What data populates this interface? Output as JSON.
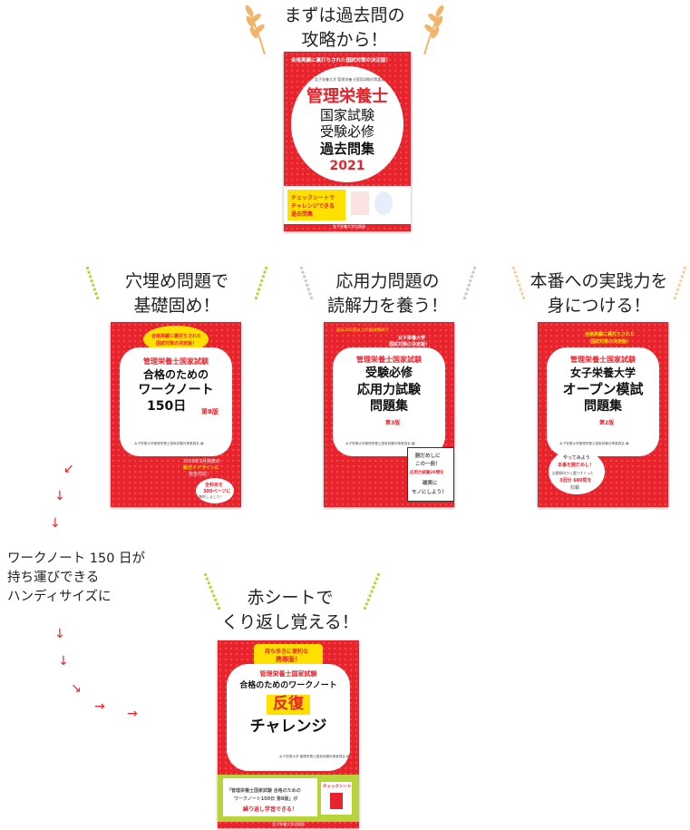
{
  "section_top": {
    "heading": [
      "まずは過去問の",
      "攻略から！"
    ],
    "book": {
      "banner": "合格実績に裏打ちされた国試対策の決定版！",
      "publisher_small": "女子栄養大学 管理栄養士国家試験対策委員会 編",
      "title_lines": [
        "管理栄養士",
        "国家試験",
        "受験必修",
        "過去問集"
      ],
      "year": "2021",
      "badge": [
        "チェックシートで",
        "チャレンジできる",
        "過去問集"
      ],
      "footer": "女子栄養大学出版部"
    }
  },
  "section_middle": [
    {
      "heading": [
        "穴埋め問題で",
        "基礎固め！"
      ],
      "book": {
        "badge": [
          "合格実績に裏打ちされた",
          "国試対策の決定版！"
        ],
        "series": "管理栄養士国家試験",
        "title_lines": [
          "合格のための",
          "ワークノート",
          "150日"
        ],
        "edition": "第8版",
        "author": "女子栄養大学管理栄養士国家試験対策委員会 編",
        "callout": [
          "2019年3月発表の",
          "新ガイドラインに",
          "完全対応！"
        ],
        "callout2": [
          "全科目を",
          "300ページに",
          "集約しました！"
        ]
      }
    },
    {
      "heading": [
        "応用力問題の",
        "読解力を養う！"
      ],
      "book": {
        "badge": [
          "過去200回以上の国試模試で",
          "女子栄養大学",
          "国試対策の決定版！"
        ],
        "series": "管理栄養士国家試験",
        "title_lines": [
          "受験必修",
          "応用力試験",
          "問題集"
        ],
        "edition": "第3版",
        "author": "女子栄養大学管理栄養士国家試験対策委員会 編",
        "callout": [
          "腕だめしに",
          "この一冊！",
          "応用力試験20問を",
          "確実に",
          "モノにしよう！"
        ]
      }
    },
    {
      "heading": [
        "本番への実践力を",
        "身につける！"
      ],
      "book": {
        "badge": [
          "合格実績に裏打ちされた",
          "国試対策の決定版！"
        ],
        "series": "管理栄養士国家試験",
        "title_lines": [
          "女子栄養大学",
          "オープン模試",
          "問題集"
        ],
        "edition": "第2版",
        "author": "女子栄養大学管理栄養士国家試験対策委員会 編",
        "callout": [
          "やってみよう",
          "本番を腕だめし！",
          "出題傾向から選りすぐった",
          "3回分 600問を",
          "収載"
        ]
      }
    }
  ],
  "side_note": [
    "ワークノート 150 日が",
    "持ち運びできる",
    "ハンディサイズに"
  ],
  "section_bottom": {
    "heading": [
      "赤シートで",
      "くり返し覚える！"
    ],
    "book": {
      "badge": [
        "持ち歩きに便利な",
        "携帯版！"
      ],
      "series": "管理栄養士国家試験",
      "title_line1": "合格のためのワークノート",
      "title_line2": "反復",
      "title_line3": "チャレンジ",
      "author": "女子栄養大学 管理栄養士国家試験対策委員会 編",
      "bottom_text": [
        "「管理栄養士国家試験 合格のための",
        "ワークノート150日 第8版」が",
        "繰り返し学習できる！"
      ],
      "sheet_label": "チェックシート",
      "footer": "女子栄養大学出版部"
    }
  },
  "colors": {
    "accent": "#e8232b",
    "yellow": "#ffe000",
    "wheat_orange": "#f2b46b",
    "wheat_green": "#b7d43a",
    "wheat_lavender": "#c7c3e6",
    "wheat_beige": "#f1d19c"
  }
}
